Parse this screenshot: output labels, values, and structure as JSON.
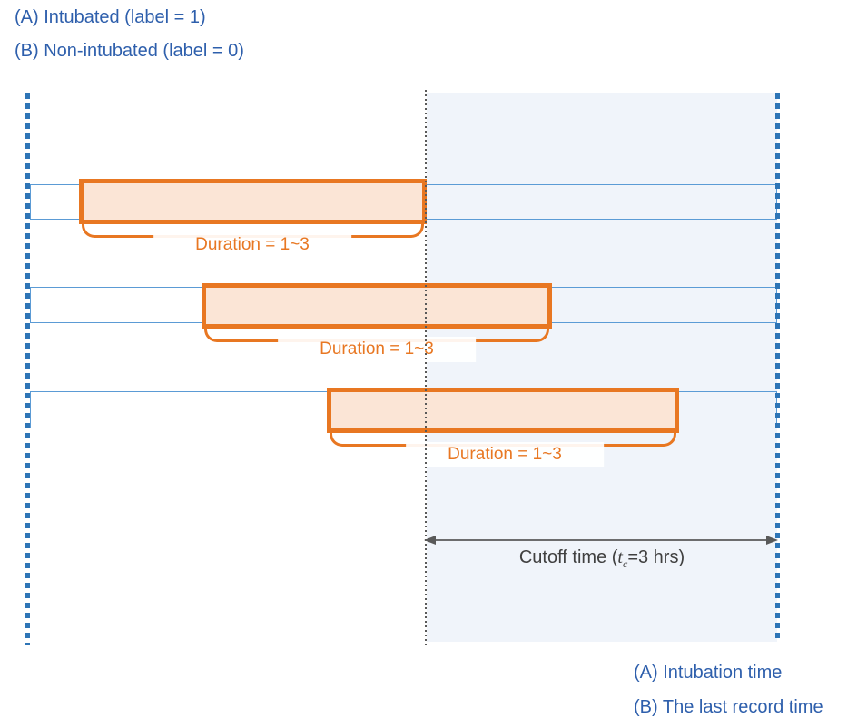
{
  "title_labels": {
    "intubated": "(A) Intubated (label = 1)",
    "non_intubated": "(B) Non-intubated (label = 0)"
  },
  "timeline_rows": [
    {
      "duration_label": "Duration = 1~3"
    },
    {
      "duration_label": "Duration = 1~3"
    },
    {
      "duration_label": "Duration = 1~3"
    }
  ],
  "cutoff": {
    "label_prefix": "Cutoff time (",
    "symbol": "t",
    "symbol_subscript": "c",
    "label_suffix": "=3 hrs)"
  },
  "legend": {
    "intubation_time": "(A) Intubation time",
    "last_record_time": "(B) The last record time"
  },
  "colors": {
    "blue_text": "#2E5FAC",
    "timeline_border": "#5B9BD5",
    "dotted_line_blue": "#2E75B6",
    "cutoff_line_gray": "#595959",
    "orange": "#E87722",
    "bar_fill": "#FBE5D6",
    "shaded_region": "#F0F4FA",
    "cutoff_text": "#404040"
  }
}
